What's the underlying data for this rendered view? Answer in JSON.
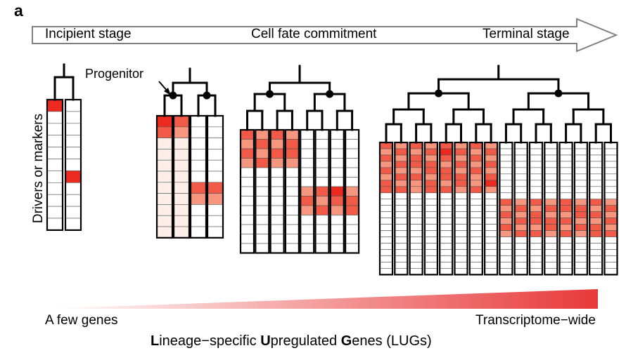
{
  "panel_letter": "a",
  "stages": {
    "incipient": "Incipient stage",
    "commitment": "Cell fate commitment",
    "terminal": "Terminal stage"
  },
  "progenitor_label": "Progenitor",
  "y_axis_label": "Drivers or markers",
  "gradient": {
    "left_label": "A few genes",
    "right_label": "Transcriptome−wide",
    "color": "#e8393a"
  },
  "lugs_title": {
    "L": "L",
    "rest1": "ineage−specific ",
    "U": "U",
    "rest2": "pregulated ",
    "G": "G",
    "rest3": "enes (LUGs)"
  },
  "colors": {
    "high": "#ec2a1f",
    "mid": "#f15a47",
    "low": "#f6967f",
    "faint": "#fdeee9",
    "line": "#000000",
    "arrow_outline": "#808080"
  },
  "trees": [
    {
      "name": "stage-1-two-lineages",
      "columns": [
        [
          "h",
          "w",
          "w",
          "w",
          "w",
          "w",
          "w",
          "w",
          "w",
          "w",
          "w"
        ],
        [
          "w",
          "w",
          "w",
          "w",
          "w",
          "w",
          "h",
          "w",
          "w",
          "w",
          "w"
        ]
      ],
      "progenitor_dots": false
    },
    {
      "name": "stage-2-four-lineages",
      "columns": [
        [
          "h",
          "m",
          "f",
          "f",
          "f",
          "f",
          "f",
          "f",
          "f",
          "f",
          "f"
        ],
        [
          "m",
          "l",
          "f",
          "f",
          "f",
          "f",
          "f",
          "f",
          "f",
          "f",
          "f"
        ],
        [
          "w",
          "w",
          "w",
          "w",
          "w",
          "w",
          "m",
          "l",
          "w",
          "w",
          "w"
        ],
        [
          "w",
          "w",
          "w",
          "w",
          "w",
          "w",
          "m",
          "l",
          "w",
          "w",
          "w"
        ]
      ],
      "progenitor_dots": true
    },
    {
      "name": "stage-3-eight-lineages",
      "columns": [
        [
          "m",
          "l",
          "m",
          "l",
          "w",
          "w",
          "w",
          "w",
          "w",
          "w",
          "w",
          "w",
          "w"
        ],
        [
          "l",
          "m",
          "l",
          "m",
          "w",
          "w",
          "w",
          "w",
          "w",
          "w",
          "w",
          "w",
          "w"
        ],
        [
          "m",
          "l",
          "m",
          "l",
          "w",
          "w",
          "w",
          "w",
          "w",
          "w",
          "w",
          "w",
          "w"
        ],
        [
          "l",
          "m",
          "m",
          "l",
          "w",
          "w",
          "w",
          "w",
          "w",
          "w",
          "w",
          "w",
          "w"
        ],
        [
          "w",
          "w",
          "w",
          "w",
          "w",
          "w",
          "l",
          "m",
          "l",
          "w",
          "w",
          "w",
          "w"
        ],
        [
          "w",
          "w",
          "w",
          "w",
          "w",
          "w",
          "m",
          "l",
          "m",
          "w",
          "w",
          "w",
          "w"
        ],
        [
          "w",
          "w",
          "w",
          "w",
          "w",
          "w",
          "h",
          "m",
          "l",
          "w",
          "w",
          "w",
          "w"
        ],
        [
          "w",
          "w",
          "w",
          "w",
          "w",
          "w",
          "l",
          "m",
          "m",
          "w",
          "w",
          "w",
          "w"
        ]
      ],
      "progenitor_dots": true
    },
    {
      "name": "stage-4-sixteen-lineages",
      "columns": [
        [
          "m",
          "l",
          "m",
          "l",
          "m",
          "l",
          "m",
          "m",
          "w",
          "w",
          "w",
          "w",
          "w",
          "w",
          "w",
          "w",
          "w",
          "w",
          "w",
          "w",
          "w"
        ],
        [
          "l",
          "m",
          "l",
          "m",
          "l",
          "m",
          "l",
          "m",
          "w",
          "w",
          "w",
          "w",
          "w",
          "w",
          "w",
          "w",
          "w",
          "w",
          "w",
          "w",
          "w"
        ],
        [
          "m",
          "l",
          "m",
          "m",
          "l",
          "m",
          "l",
          "l",
          "w",
          "w",
          "w",
          "w",
          "w",
          "w",
          "w",
          "w",
          "w",
          "w",
          "w",
          "w",
          "w"
        ],
        [
          "l",
          "m",
          "l",
          "m",
          "m",
          "l",
          "m",
          "m",
          "w",
          "w",
          "w",
          "w",
          "w",
          "w",
          "w",
          "w",
          "w",
          "w",
          "w",
          "w",
          "w"
        ],
        [
          "m",
          "h",
          "m",
          "l",
          "m",
          "m",
          "l",
          "m",
          "w",
          "w",
          "w",
          "w",
          "w",
          "w",
          "w",
          "w",
          "w",
          "w",
          "w",
          "w",
          "w"
        ],
        [
          "l",
          "m",
          "l",
          "m",
          "l",
          "m",
          "m",
          "l",
          "w",
          "w",
          "w",
          "w",
          "w",
          "w",
          "w",
          "w",
          "w",
          "w",
          "w",
          "w",
          "w"
        ],
        [
          "m",
          "l",
          "m",
          "l",
          "m",
          "l",
          "l",
          "m",
          "w",
          "w",
          "w",
          "w",
          "w",
          "w",
          "w",
          "w",
          "w",
          "w",
          "w",
          "w",
          "w"
        ],
        [
          "l",
          "m",
          "l",
          "m",
          "l",
          "m",
          "h",
          "l",
          "w",
          "w",
          "w",
          "w",
          "w",
          "w",
          "w",
          "w",
          "w",
          "w",
          "w",
          "w",
          "w"
        ],
        [
          "w",
          "w",
          "w",
          "w",
          "w",
          "w",
          "w",
          "w",
          "w",
          "m",
          "l",
          "m",
          "l",
          "m",
          "l",
          "w",
          "w",
          "w",
          "w",
          "w",
          "w"
        ],
        [
          "w",
          "w",
          "w",
          "w",
          "w",
          "w",
          "w",
          "w",
          "w",
          "l",
          "m",
          "l",
          "m",
          "l",
          "m",
          "w",
          "w",
          "w",
          "w",
          "w",
          "w"
        ],
        [
          "w",
          "w",
          "w",
          "w",
          "w",
          "w",
          "w",
          "w",
          "w",
          "m",
          "l",
          "m",
          "m",
          "l",
          "m",
          "w",
          "w",
          "w",
          "w",
          "w",
          "w"
        ],
        [
          "w",
          "w",
          "w",
          "w",
          "w",
          "w",
          "w",
          "w",
          "w",
          "l",
          "m",
          "l",
          "m",
          "m",
          "l",
          "w",
          "w",
          "w",
          "w",
          "w",
          "w"
        ],
        [
          "w",
          "w",
          "w",
          "w",
          "w",
          "w",
          "w",
          "w",
          "w",
          "m",
          "m",
          "l",
          "m",
          "l",
          "m",
          "w",
          "w",
          "w",
          "w",
          "w",
          "w"
        ],
        [
          "w",
          "w",
          "w",
          "w",
          "w",
          "w",
          "w",
          "w",
          "w",
          "l",
          "m",
          "m",
          "l",
          "m",
          "l",
          "w",
          "w",
          "w",
          "w",
          "w",
          "w"
        ],
        [
          "w",
          "w",
          "w",
          "w",
          "w",
          "w",
          "w",
          "w",
          "w",
          "m",
          "l",
          "m",
          "l",
          "m",
          "m",
          "w",
          "w",
          "w",
          "w",
          "w",
          "w"
        ],
        [
          "w",
          "w",
          "w",
          "w",
          "w",
          "w",
          "w",
          "w",
          "w",
          "l",
          "m",
          "l",
          "m",
          "l",
          "m",
          "w",
          "w",
          "w",
          "w",
          "w",
          "w"
        ]
      ],
      "progenitor_dots": true
    }
  ]
}
